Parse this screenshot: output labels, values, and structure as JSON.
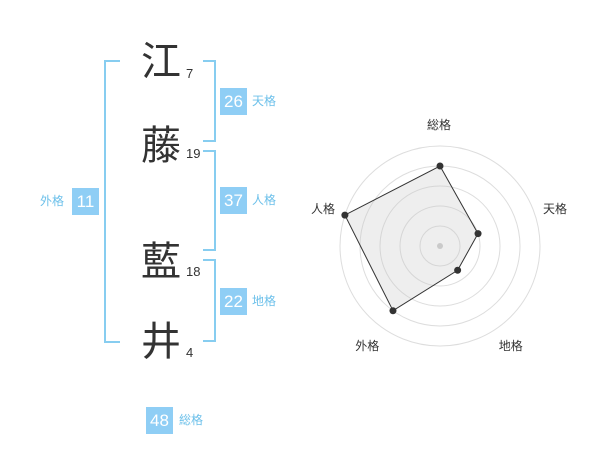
{
  "name": [
    {
      "char": "江",
      "strokes": "7"
    },
    {
      "char": "藤",
      "strokes": "19"
    },
    {
      "char": "藍",
      "strokes": "18"
    },
    {
      "char": "井",
      "strokes": "4"
    }
  ],
  "scores": {
    "tenkaku": {
      "value": "26",
      "label": "天格"
    },
    "jinkaku": {
      "value": "37",
      "label": "人格"
    },
    "chikaku": {
      "value": "22",
      "label": "地格"
    },
    "gaikaku": {
      "value": "11",
      "label": "外格"
    },
    "soukaku": {
      "value": "48",
      "label": "総格"
    }
  },
  "colors": {
    "accent": "#8fcef5",
    "bracket": "#87cdf0",
    "text": "#333333"
  },
  "chart_data": {
    "type": "radar",
    "axes": [
      "総格",
      "天格",
      "地格",
      "外格",
      "人格"
    ],
    "max": 5,
    "values": [
      4,
      2,
      1.5,
      4,
      5
    ]
  }
}
